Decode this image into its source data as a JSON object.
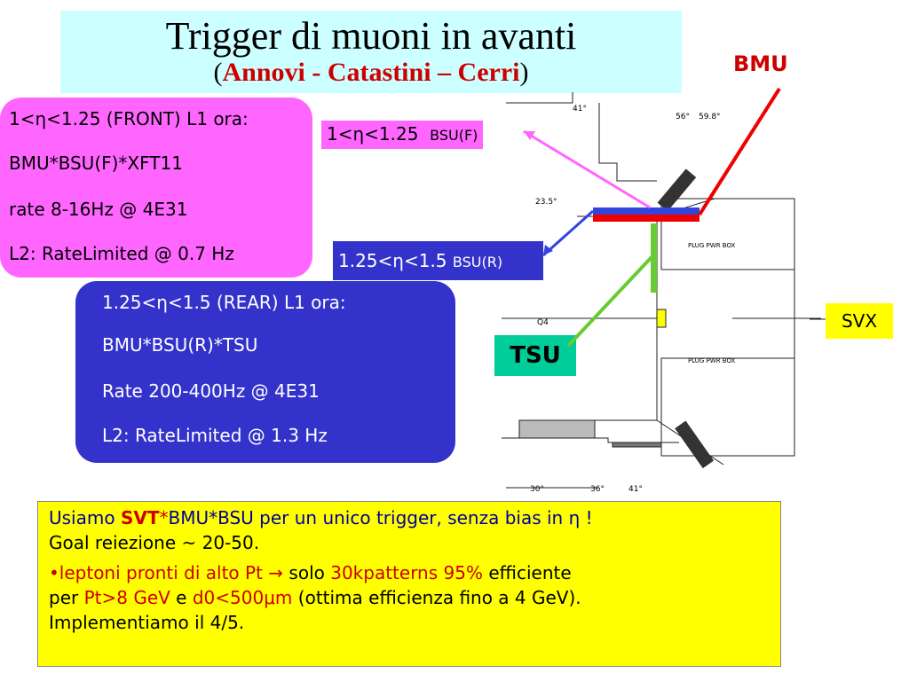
{
  "title": {
    "line1": "Trigger di muoni in avanti",
    "paren_open": "(",
    "authors": "Annovi - Catastini – Cerri",
    "paren_close": ")"
  },
  "front_box": {
    "line1": "1<η<1.25 (FRONT) L1 ora:",
    "line2": "BMU*BSU(F)*XFT11",
    "line3": "rate 8-16Hz @ 4E31",
    "line4": "L2: RateLimited @ 0.7 Hz"
  },
  "rear_box": {
    "line1": "1.25<η<1.5 (REAR) L1 ora:",
    "line2": "BMU*BSU(R)*TSU",
    "line3": "Rate 200-400Hz @ 4E31",
    "line4": "L2: RateLimited @ 1.3 Hz"
  },
  "tags": {
    "bsuf_range": "1<η<1.25",
    "bsuf_name": "BSU(F)",
    "bsur_range": "1.25<η<1.5",
    "bsur_name": "BSU(R)",
    "bmu": "BMU",
    "svx": "SVX",
    "tsu": "TSU"
  },
  "diagram": {
    "angle_30": "30°",
    "angle_36": "36°",
    "angle_41": "41°",
    "angle_56": "56°",
    "angle_598": "59.8°",
    "dim_235": "23.5°",
    "q4": "Q4",
    "plug_box": "PLUG PWR BOX"
  },
  "colors": {
    "pink": "#ff66ff",
    "blue": "#3333cc",
    "yellow": "#ffff00",
    "green": "#66cc33",
    "red": "#ee0000",
    "teal": "#00cc99"
  },
  "note": {
    "p1_a": "Usiamo ",
    "p1_svt": "SVT",
    "p1_star": "*",
    "p1_b": "BMU*BSU per un unico trigger, senza bias in η !",
    "p1_c": "Goal reiezione ~ 20-50.",
    "p2_a": "•leptoni pronti di alto Pt → ",
    "p2_b": "solo ",
    "p2_c": "30kpatterns 95%",
    "p2_d": " efficiente",
    "p2_e": "per ",
    "p2_f": "Pt>8 GeV",
    "p2_g": " e ",
    "p2_h": "d0<500μm",
    "p2_i": " (ottima efficienza fino a 4 GeV).",
    "p2_j": "Implementiamo il 4/5."
  }
}
